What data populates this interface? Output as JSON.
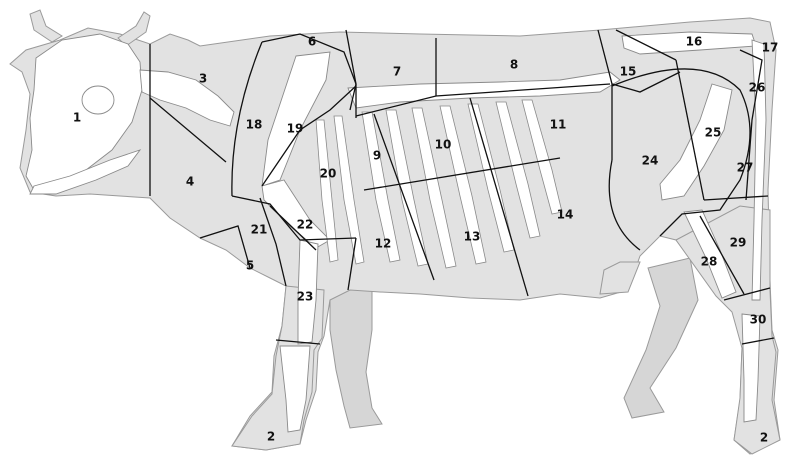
{
  "regions": [
    {
      "id": "1",
      "label": "1"
    },
    {
      "id": "2",
      "label": "2"
    },
    {
      "id": "3",
      "label": "3"
    },
    {
      "id": "4",
      "label": "4"
    },
    {
      "id": "5",
      "label": "5"
    },
    {
      "id": "6",
      "label": "6"
    },
    {
      "id": "7",
      "label": "7"
    },
    {
      "id": "8",
      "label": "8"
    },
    {
      "id": "9",
      "label": "9"
    },
    {
      "id": "10",
      "label": "10"
    },
    {
      "id": "11",
      "label": "11"
    },
    {
      "id": "12",
      "label": "12"
    },
    {
      "id": "13",
      "label": "13"
    },
    {
      "id": "14",
      "label": "14"
    },
    {
      "id": "15",
      "label": "15"
    },
    {
      "id": "16",
      "label": "16"
    },
    {
      "id": "17",
      "label": "17"
    },
    {
      "id": "18",
      "label": "18"
    },
    {
      "id": "19",
      "label": "19"
    },
    {
      "id": "20",
      "label": "20"
    },
    {
      "id": "21",
      "label": "21"
    },
    {
      "id": "22",
      "label": "22"
    },
    {
      "id": "23",
      "label": "23"
    },
    {
      "id": "24",
      "label": "24"
    },
    {
      "id": "25",
      "label": "25"
    },
    {
      "id": "26",
      "label": "26"
    },
    {
      "id": "27",
      "label": "27"
    },
    {
      "id": "28",
      "label": "28"
    },
    {
      "id": "29",
      "label": "29"
    },
    {
      "id": "30",
      "label": "30"
    }
  ],
  "hoof_labels": {
    "front": "2",
    "rear": "2"
  }
}
